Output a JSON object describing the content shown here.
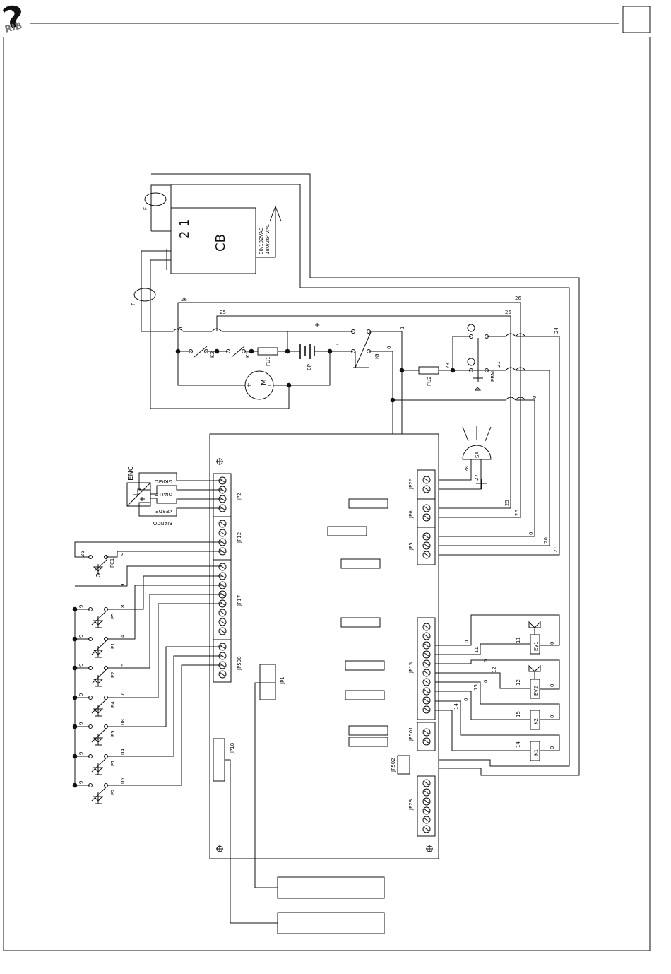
{
  "labels": {
    "cb": "CB",
    "cb_pins": "2 1",
    "cb_voltage_1": "90/132VAC",
    "cb_voltage_2": "180/264VAC",
    "fuse_f": "F",
    "motor": "M",
    "k1": "K1",
    "k2": "K2",
    "fu1": "FU1",
    "bp": "BP",
    "ig": "IG",
    "fu2": "FU2",
    "pbm": "PBM",
    "sa": "SA",
    "fc1": "FC1",
    "enc": "ENC",
    "enc_wires": [
      "GRIGIO",
      "GIALLO",
      "VERDE",
      "BIANCO"
    ],
    "connectors": {
      "jp2": "JP2",
      "jp12": "JP12",
      "jp17": "JP17",
      "jp500": "JP500",
      "jp18": "JP18",
      "jp1": "JP1",
      "jp26": "JP26",
      "jp6": "JP6",
      "jp5": "JP5",
      "jp15": "JP15",
      "jp501": "JP501",
      "jp502": "JP502",
      "jp28": "JP28"
    },
    "valves": [
      "EV1",
      "EV2"
    ],
    "relays": [
      "K2",
      "K1"
    ],
    "pushbuttons": [
      "P5",
      "P1",
      "P2",
      "P4",
      "P5",
      "P1",
      "P2"
    ],
    "pushbutton_wires": [
      "8",
      "4",
      "5",
      "7",
      "08",
      "04",
      "05"
    ],
    "wire_numbers": [
      "0",
      "1",
      "9",
      "11",
      "12",
      "14",
      "15",
      "20",
      "21",
      "24",
      "25",
      "26",
      "27",
      "28",
      "29",
      "+",
      "-"
    ]
  },
  "colors": {
    "ink": "#111111",
    "background": "#ffffff"
  }
}
